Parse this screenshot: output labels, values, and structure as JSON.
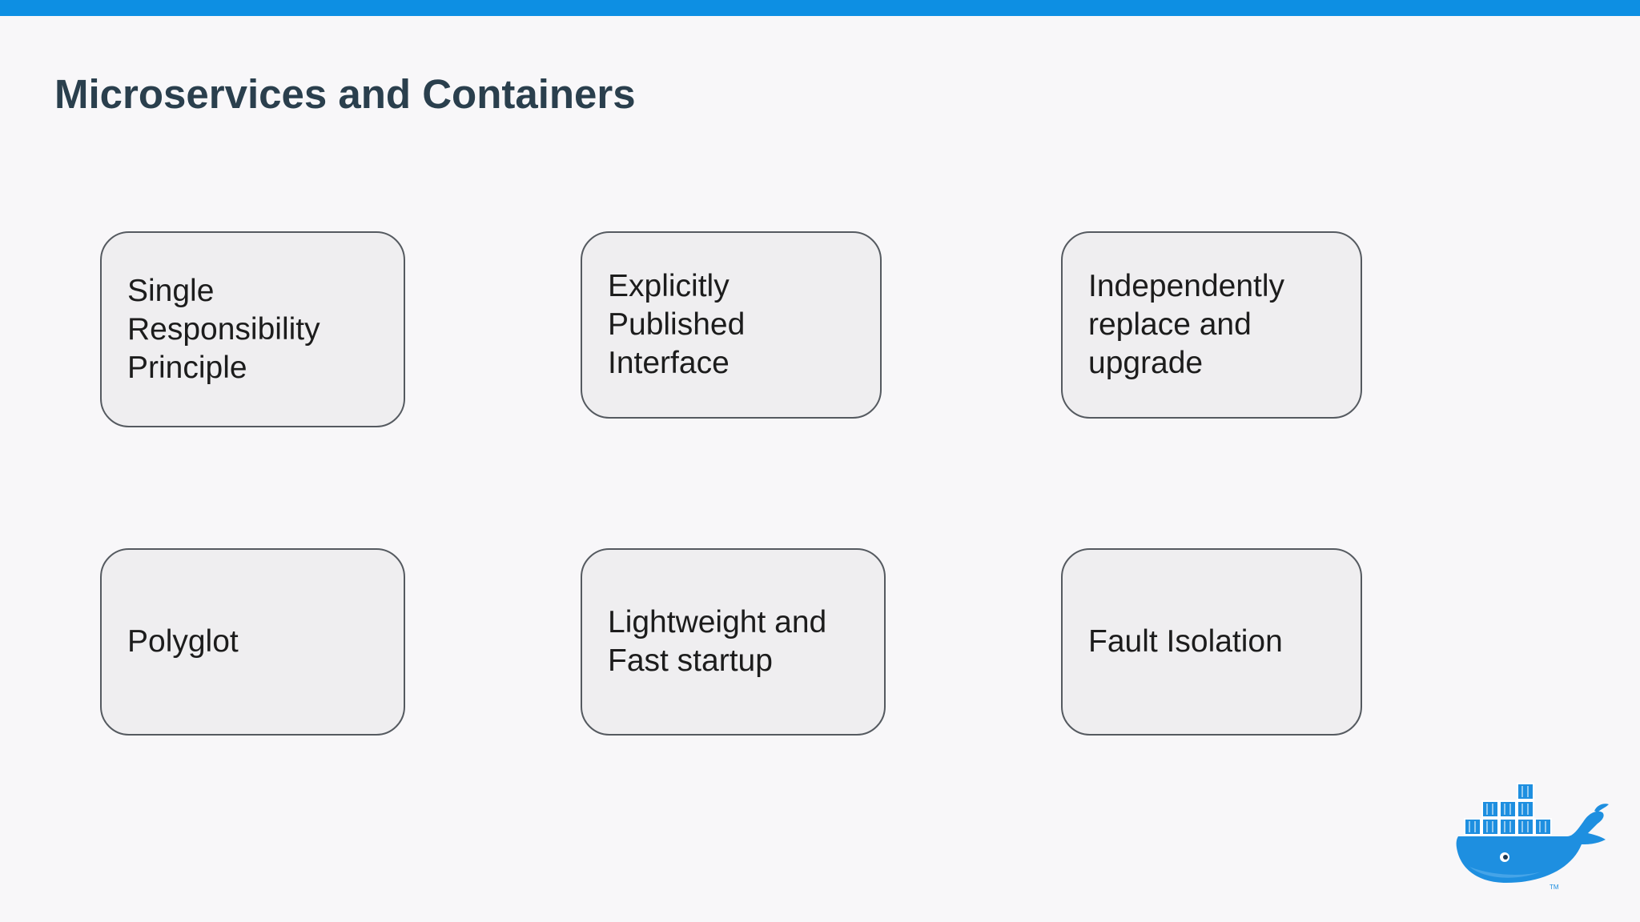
{
  "header": {
    "accent_color": "#0d8fe3"
  },
  "slide": {
    "title": "Microservices and Containers",
    "cards": [
      {
        "label": "Single\nResponsibility\nPrinciple"
      },
      {
        "label": "Explicitly\nPublished\nInterface"
      },
      {
        "label": "Independently\nreplace and\nupgrade"
      },
      {
        "label": "Polyglot"
      },
      {
        "label": "Lightweight and\nFast startup"
      },
      {
        "label": "Fault Isolation"
      }
    ]
  },
  "logo": {
    "icon": "docker-whale-icon",
    "color": "#1e8fe0",
    "trademark": "TM"
  }
}
